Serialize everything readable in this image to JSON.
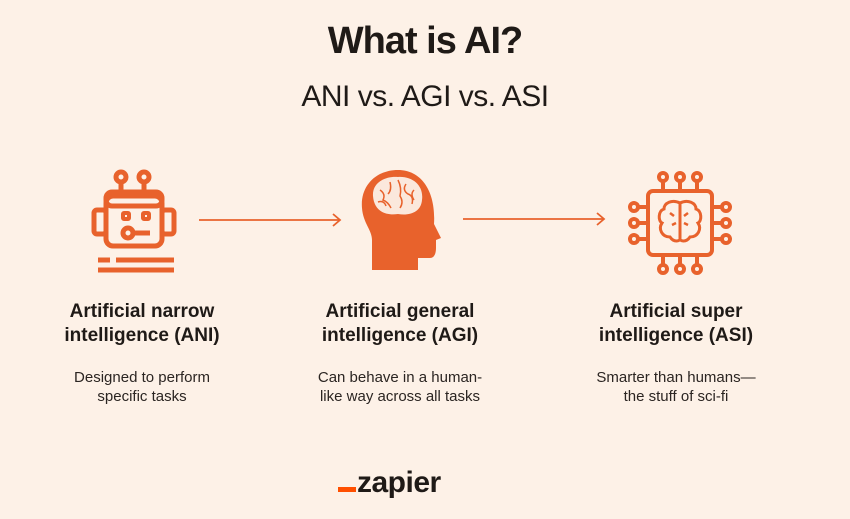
{
  "title": "What is AI?",
  "subtitle": "ANI vs. AGI vs. ASI",
  "accent_color": "#e8622c",
  "columns": [
    {
      "icon": "robot-icon",
      "heading_line1": "Artificial narrow",
      "heading_line2": "intelligence (ANI)",
      "desc_line1": "Designed to perform",
      "desc_line2": "specific tasks"
    },
    {
      "icon": "human-head-brain-icon",
      "heading_line1": "Artificial general",
      "heading_line2": "intelligence (AGI)",
      "desc_line1": "Can behave in a human-",
      "desc_line2": "like way across all tasks"
    },
    {
      "icon": "brain-chip-icon",
      "heading_line1": "Artificial super",
      "heading_line2": "intelligence (ASI)",
      "desc_line1": "Smarter than humans—",
      "desc_line2": "the stuff of sci-fi"
    }
  ],
  "logo": "zapier"
}
